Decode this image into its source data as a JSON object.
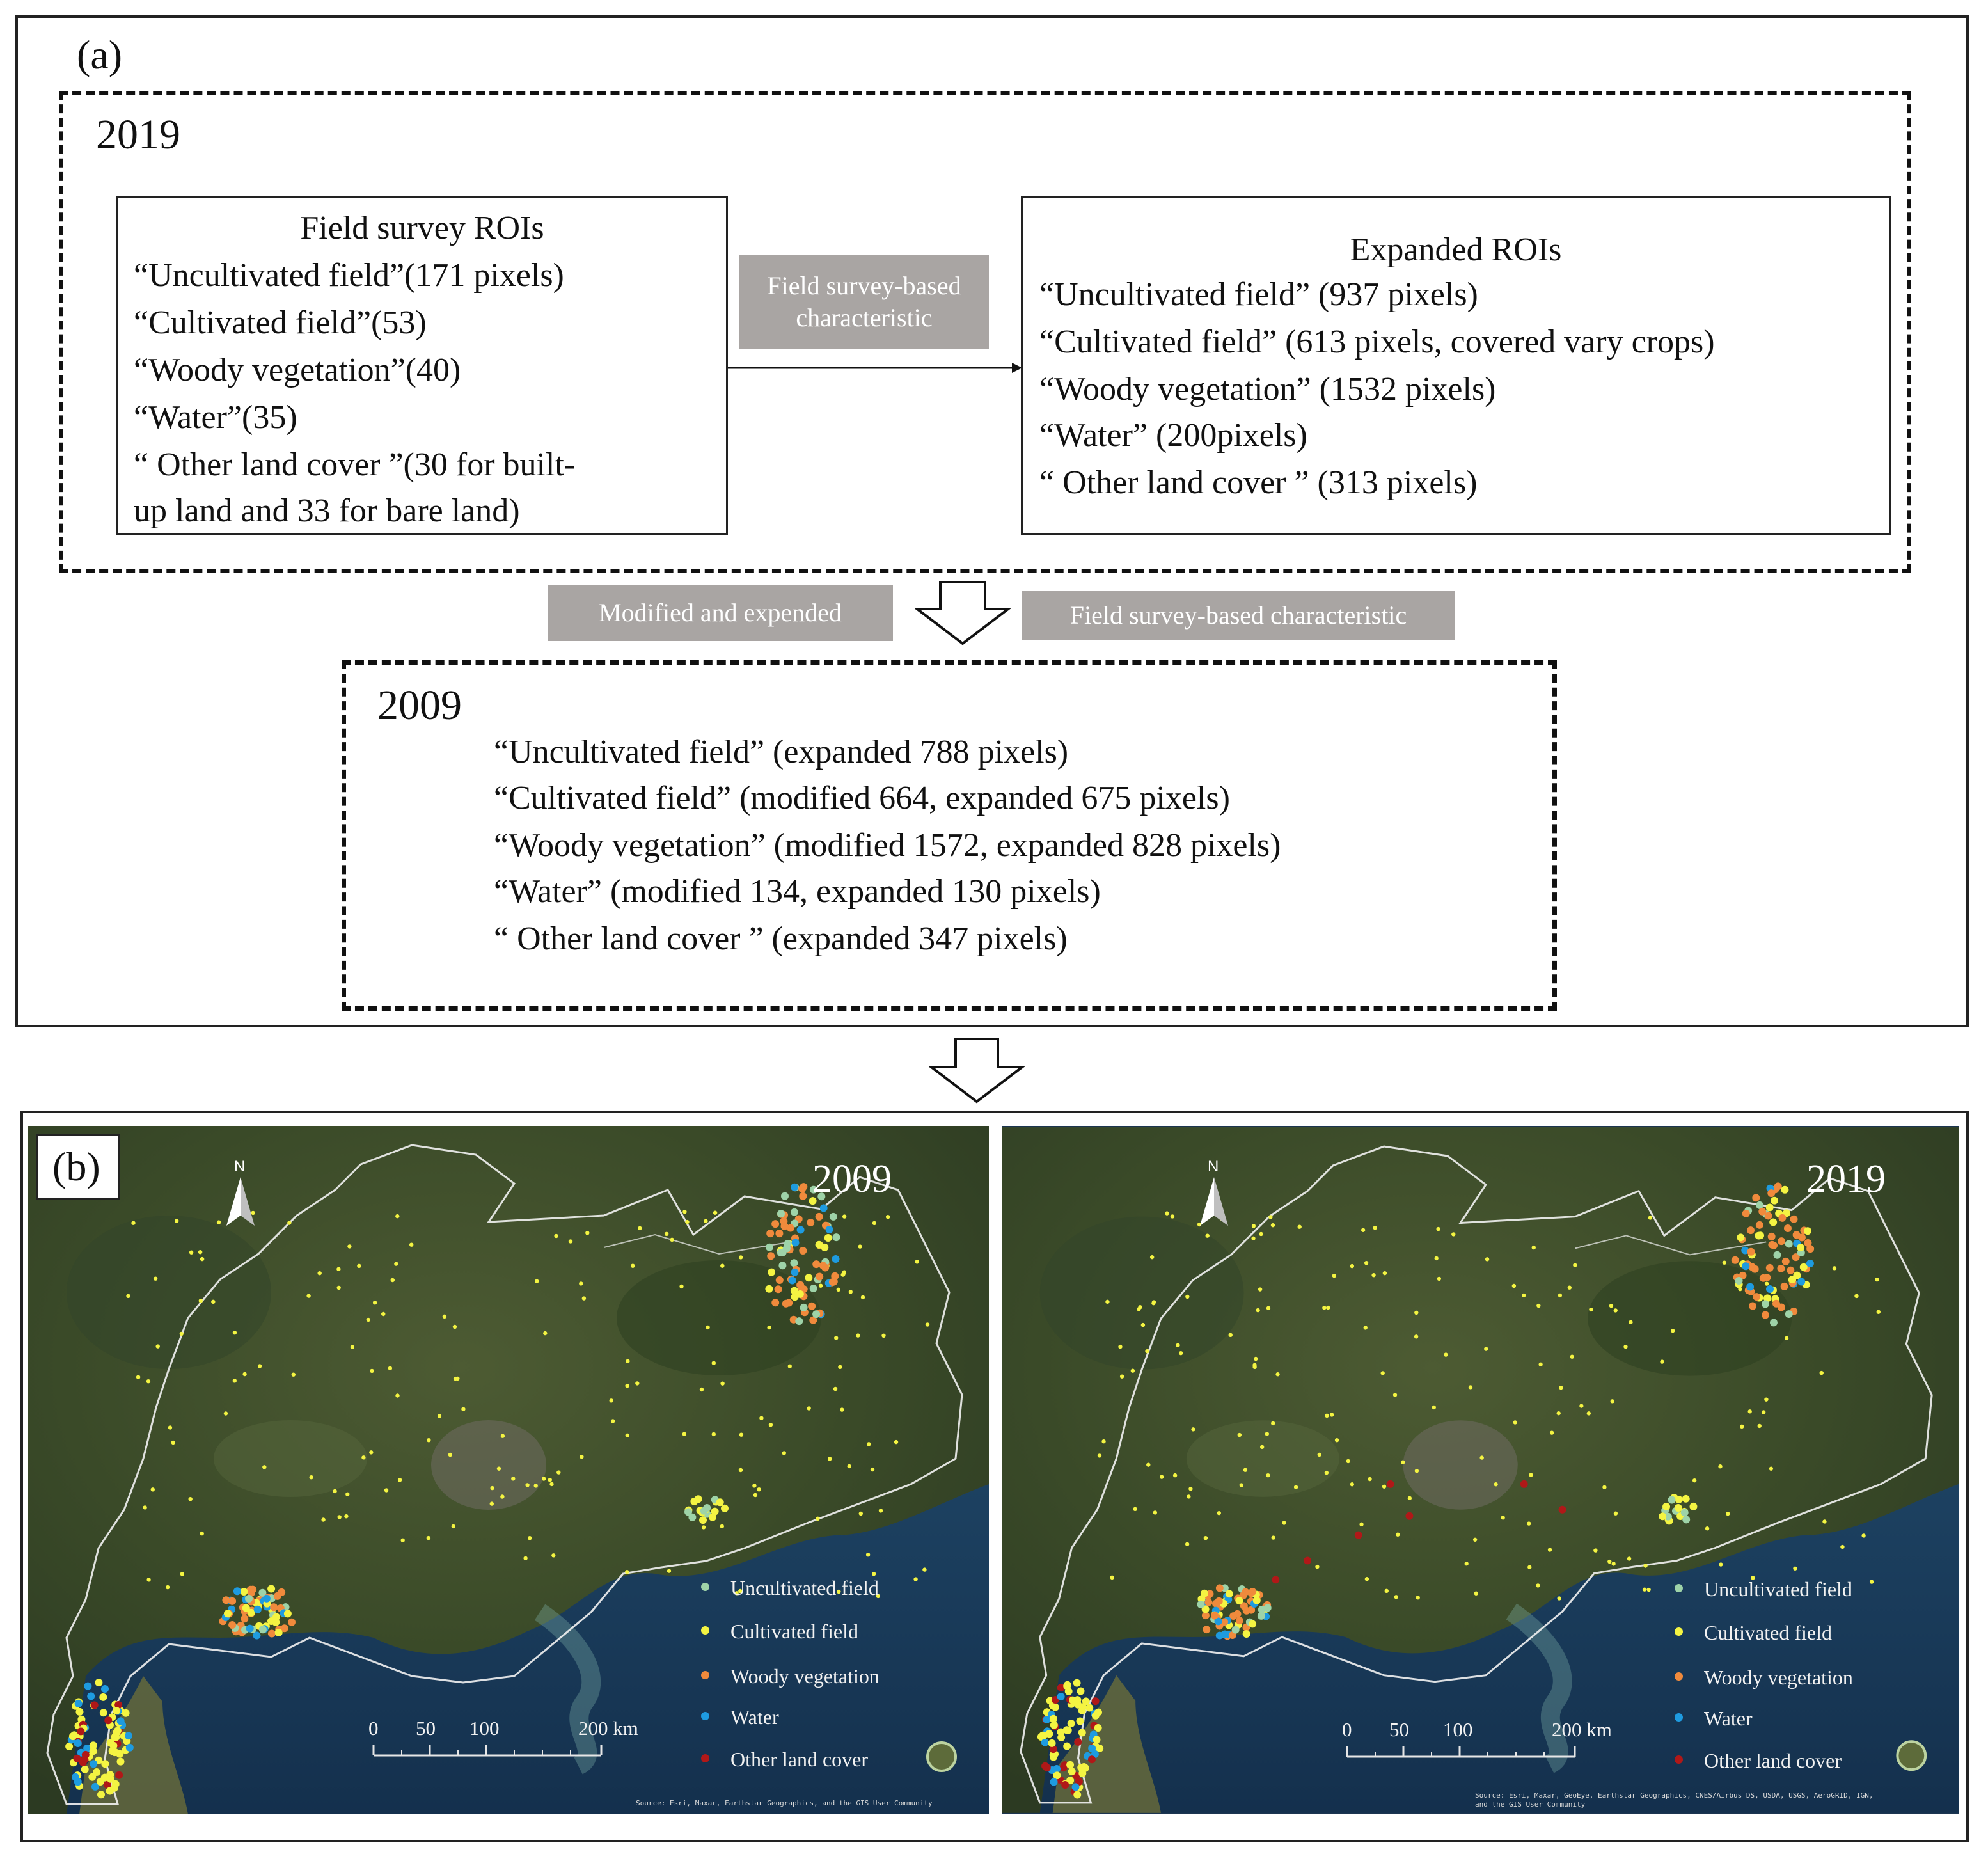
{
  "panel_a": {
    "label": "(a)",
    "block_2019": {
      "year": "2019",
      "field_survey": {
        "title": "Field survey ROIs",
        "lines": [
          "“Uncultivated field”(171 pixels)",
          "“Cultivated field”(53)",
          "“Woody vegetation”(40)",
          "“Water”(35)",
          "“ Other land cover ”(30 for built-",
          "up land and 33 for bare land)"
        ]
      },
      "arrow_label_line1": "Field survey-based",
      "arrow_label_line2": "characteristic",
      "expanded": {
        "title": "Expanded ROIs",
        "lines": [
          "“Uncultivated field” (937 pixels)",
          "“Cultivated field” (613 pixels, covered vary crops)",
          "“Woody vegetation” (1532 pixels)",
          "“Water” (200pixels)",
          "“ Other land cover ” (313 pixels)"
        ]
      }
    },
    "transition": {
      "left_label": "Modified and expended",
      "right_label": "Field survey-based  characteristic"
    },
    "block_2009": {
      "year": "2009",
      "lines": [
        "“Uncultivated field” (expanded  788 pixels)",
        "“Cultivated field” (modified 664, expanded 675 pixels)",
        "“Woody vegetation” (modified 1572, expanded 828 pixels)",
        "“Water” (modified 134, expanded 130 pixels)",
        "“ Other land cover ” (expanded 347 pixels)"
      ]
    }
  },
  "panel_b": {
    "label": "(b)",
    "north_letter": "N",
    "legend": [
      {
        "label": "Uncultivated field",
        "color": "#9ed3a8"
      },
      {
        "label": "Cultivated field",
        "color": "#f4f442"
      },
      {
        "label": "Woody vegetation",
        "color": "#f08a3c"
      },
      {
        "label": "Water",
        "color": "#1e9be0"
      },
      {
        "label": "Other land cover",
        "color": "#b01818"
      }
    ],
    "scale_ticks": [
      "0",
      "50",
      "100",
      "200 km"
    ],
    "maps": [
      {
        "year": "2009",
        "credit": [
          "Source: Esri, Maxar, Earthstar Geographics, and the GIS User Community"
        ]
      },
      {
        "year": "2019",
        "credit": [
          "Source: Esri, Maxar, GeoEye, Earthstar Geographics, CNES/Airbus DS, USDA, USGS, AeroGRID, IGN,",
          "and the GIS User Community"
        ]
      }
    ]
  }
}
